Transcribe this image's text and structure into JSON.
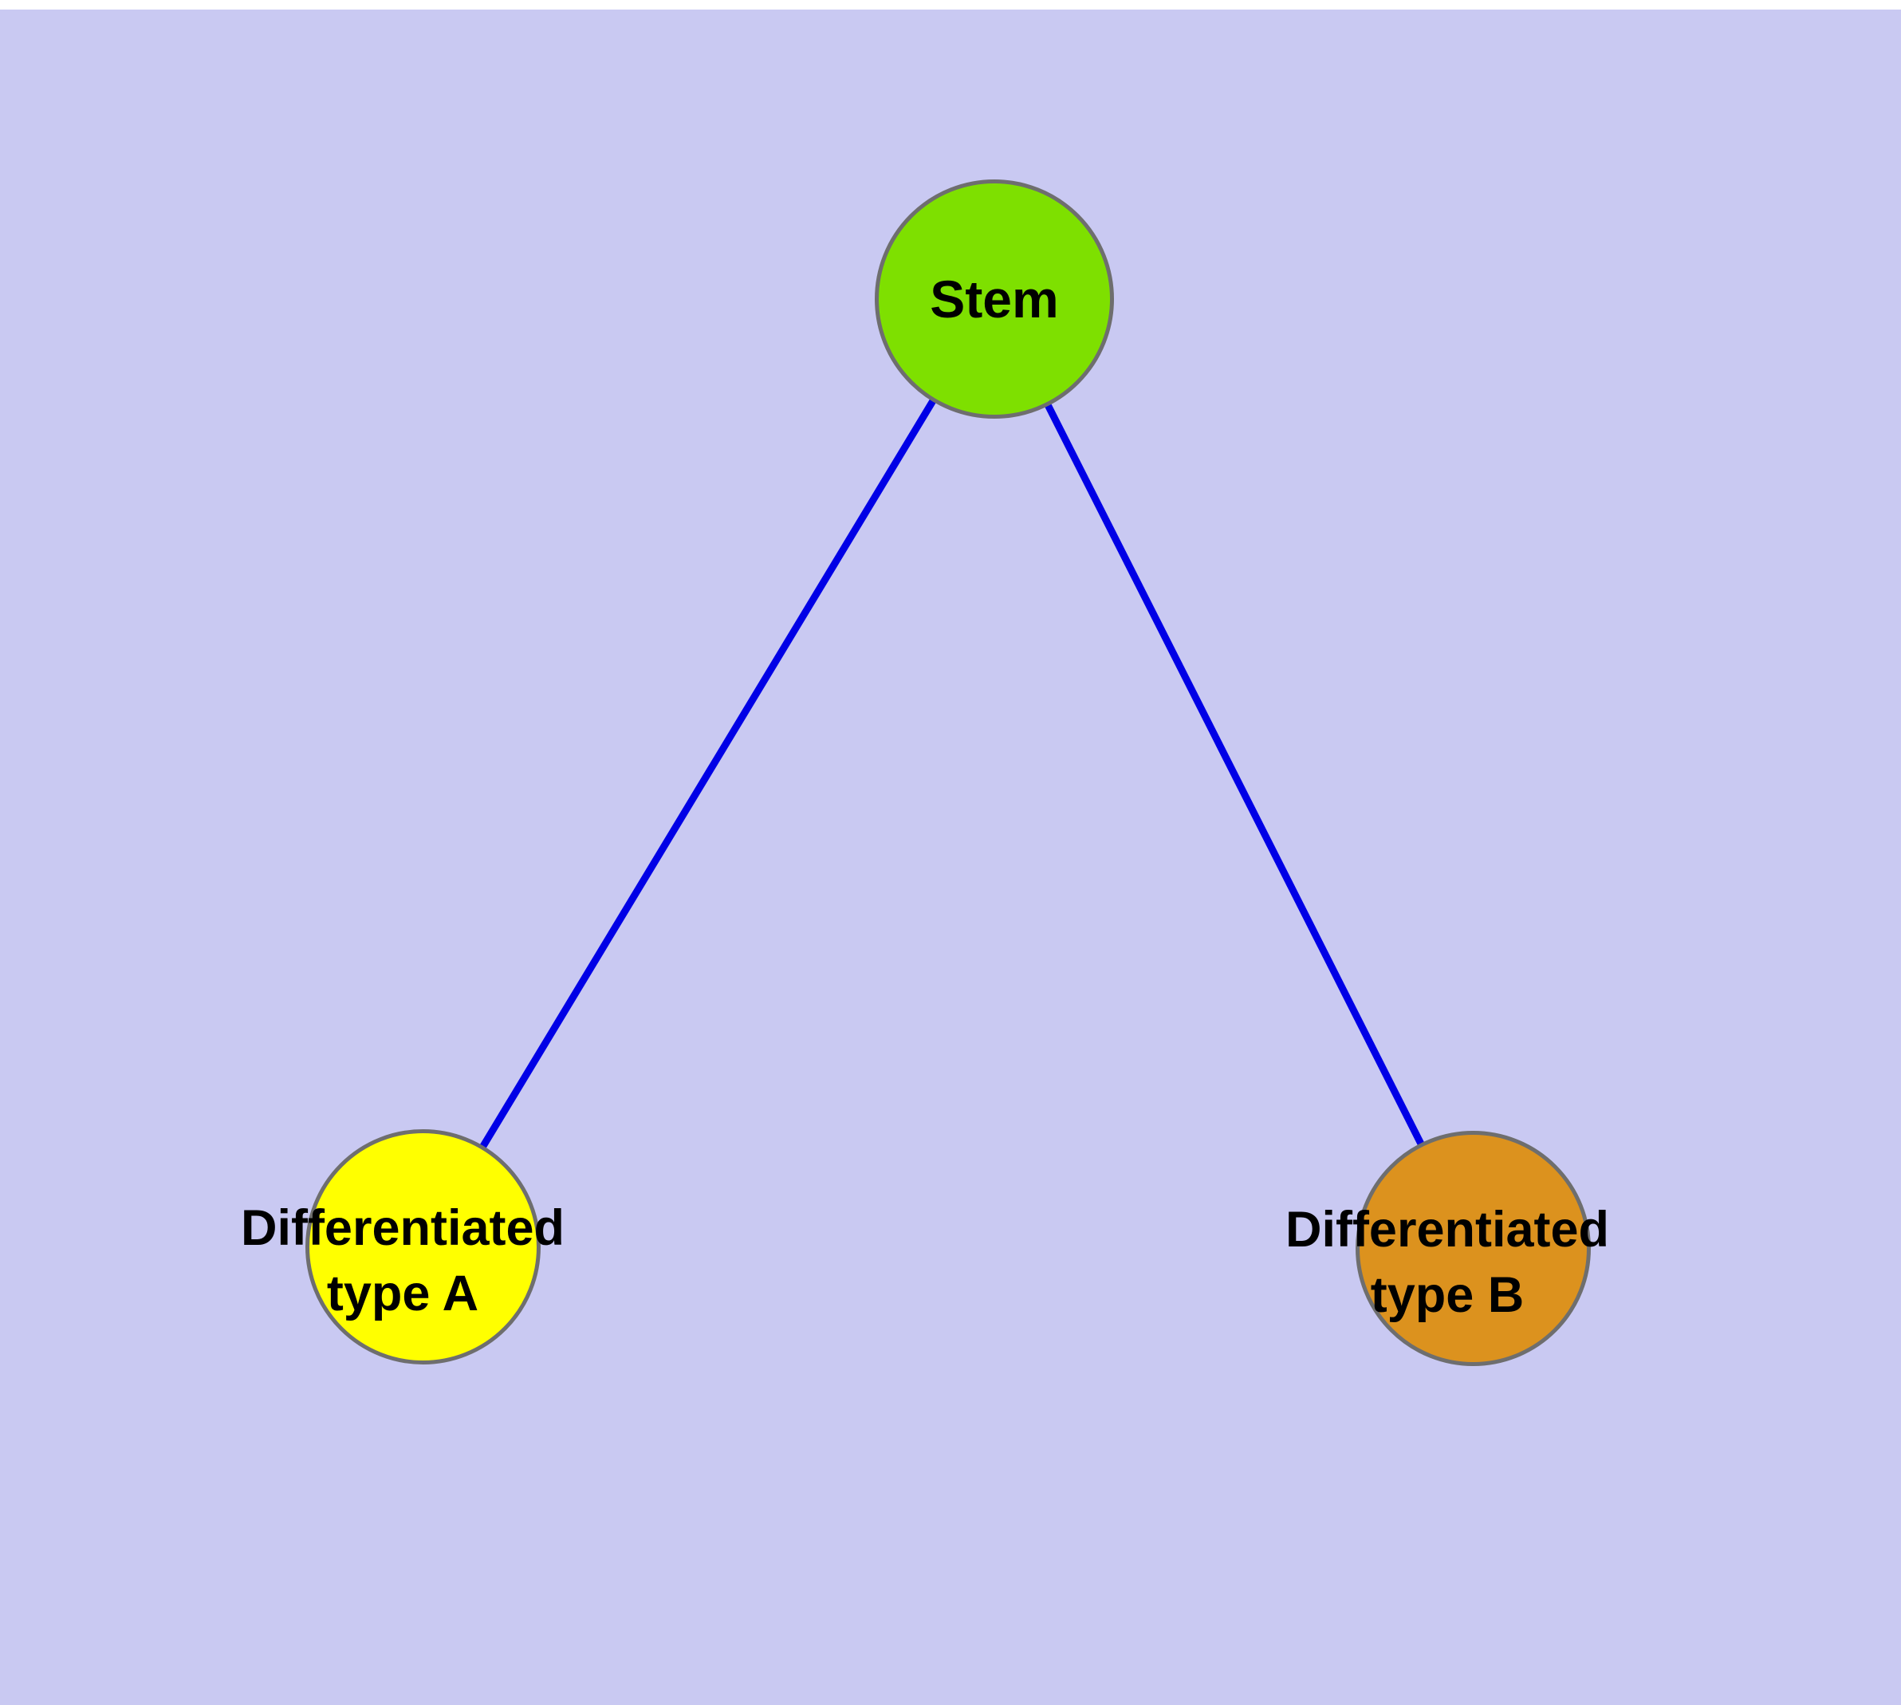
{
  "diagram": {
    "background_color": "#c9c9f2",
    "edge_color": "#0000e6",
    "node_border_color": "#6e6e6e",
    "nodes": [
      {
        "id": "stem",
        "label": "Stem",
        "fill_color": "#7ee000",
        "shape": "circle"
      },
      {
        "id": "differentiated-type-a",
        "label_line1": "Differentiated",
        "label_line2": "type A",
        "fill_color": "#ffff00",
        "shape": "circle"
      },
      {
        "id": "differentiated-type-b",
        "label_line1": "Differentiated",
        "label_line2": "type B",
        "fill_color": "#dc921e",
        "shape": "circle"
      }
    ],
    "edges": [
      {
        "from": "Stem",
        "to": "Differentiated type A"
      },
      {
        "from": "Stem",
        "to": "Differentiated type B"
      }
    ]
  }
}
